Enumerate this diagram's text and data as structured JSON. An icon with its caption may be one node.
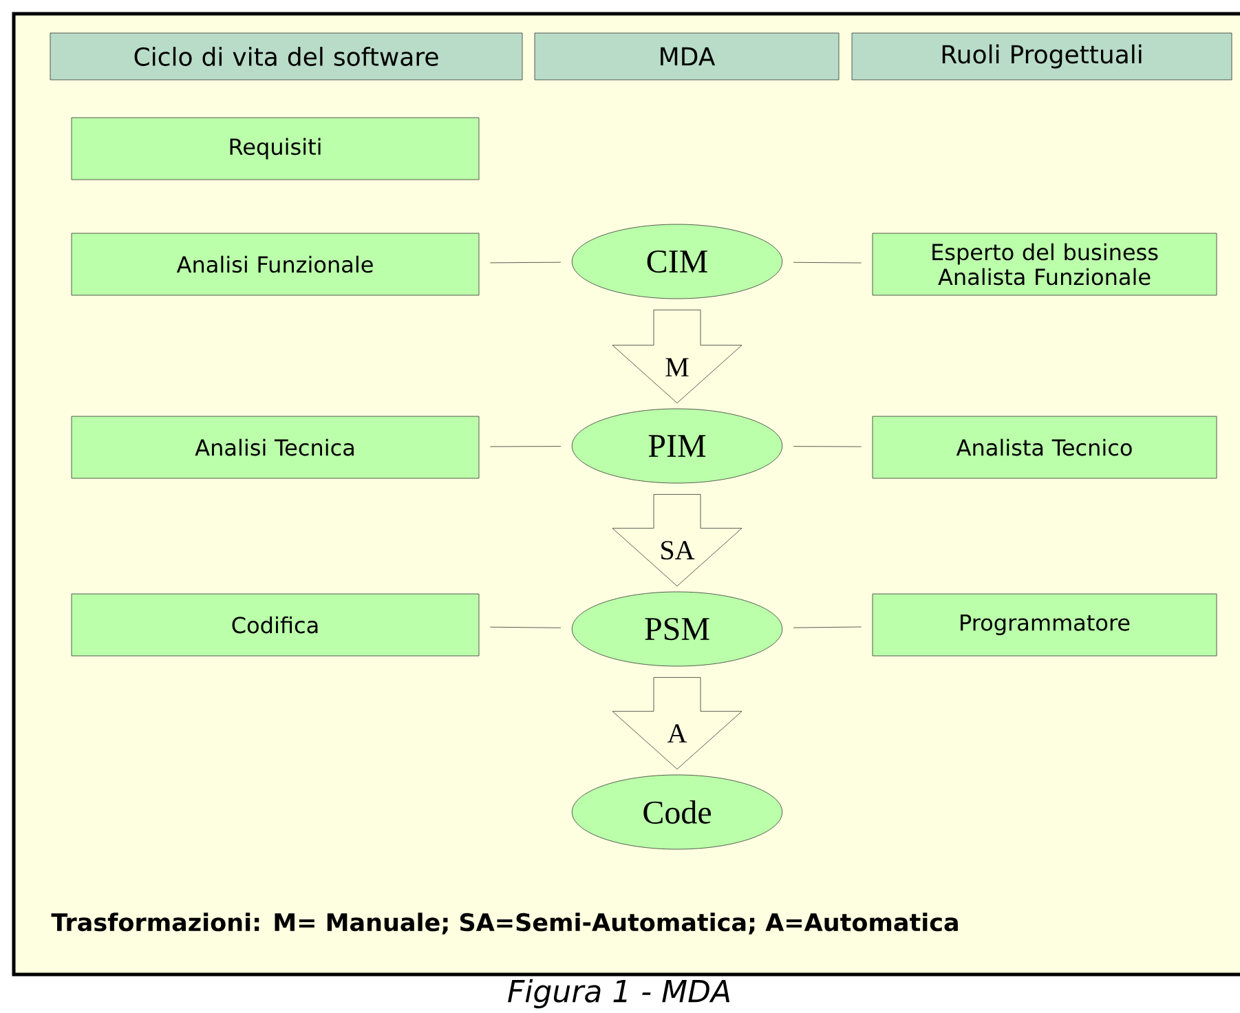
{
  "diagram": {
    "caption": "Figura 1 - MDA",
    "nodes": [
      {
        "text": [
          "Ciclo di vita del software"
        ]
      },
      {
        "text": [
          "MDA"
        ]
      },
      {
        "text": [
          "Ruoli Progettuali"
        ]
      },
      {
        "text": [
          "Requisiti"
        ]
      },
      {
        "text": [
          "Analisi Funzionale"
        ]
      },
      {
        "text": [
          "CIM"
        ]
      },
      {
        "text": [
          "Esperto del business Analista Funzionale"
        ]
      },
      {
        "text": [
          "Analisi Tecnica"
        ]
      },
      {
        "text": [
          "PIM"
        ]
      },
      {
        "text": [
          "Analista Tecnico"
        ]
      },
      {
        "text": [
          "Codifica"
        ]
      },
      {
        "text": [
          "PSM"
        ]
      },
      {
        "text": [
          "Programmatore"
        ]
      },
      {
        "text": [
          "Code"
        ]
      }
    ],
    "edges": [
      {
        "from": 4,
        "to": 5,
        "arrow": "none"
      },
      {
        "from": 5,
        "to": 6,
        "arrow": "none"
      },
      {
        "from": 5,
        "to": 8,
        "arrow": "to",
        "label": "M"
      },
      {
        "from": 7,
        "to": 8,
        "arrow": "none"
      },
      {
        "from": 8,
        "to": 9,
        "arrow": "none"
      },
      {
        "from": 8,
        "to": 11,
        "arrow": "to",
        "label": "SA"
      },
      {
        "from": 10,
        "to": 11,
        "arrow": "none"
      },
      {
        "from": 11,
        "to": 12,
        "arrow": "none"
      },
      {
        "from": 11,
        "to": 13,
        "arrow": "to",
        "label": "A"
      }
    ],
    "labels": [
      "Trasformazioni: M= Manuale; SA=Semi-Automatica; A=Automatica"
    ]
  }
}
